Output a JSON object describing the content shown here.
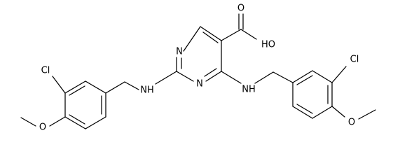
{
  "molecule": {
    "atoms": {
      "cooh_oh": "HO",
      "cooh_o": "O",
      "ring_n1": "N",
      "ring_n2": "N",
      "nh_left": "NH",
      "nh_right": "NH",
      "cl_left": "Cl",
      "cl_right": "Cl",
      "o_left": "O",
      "o_right": "O"
    }
  }
}
